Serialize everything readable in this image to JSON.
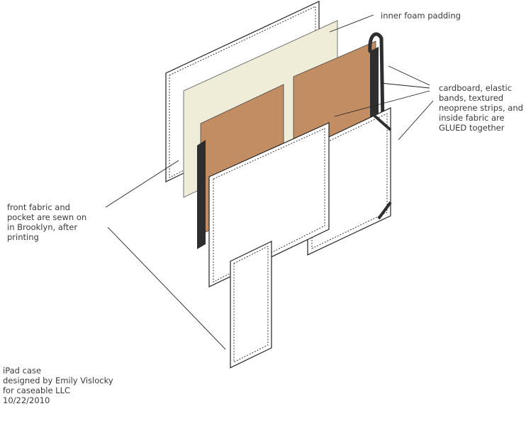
{
  "colors": {
    "foam": "#efecd7",
    "cardboard": "#c28d62",
    "neoprene": "#2e2e30",
    "fabric": "#ffffff",
    "outline": "#222222"
  },
  "labels": {
    "foam": "inner foam padding",
    "glued": [
      "cardboard, elastic",
      "bands, textured",
      "neoprene strips, and",
      "inside fabric are",
      "GLUED together"
    ],
    "sewn": [
      "front fabric and",
      "pocket are sewn on",
      "in Brooklyn, after",
      "printing"
    ],
    "credit": [
      "iPad case",
      "designed by Emily Vislocky",
      "for caseable LLC",
      "10/22/2010"
    ]
  }
}
